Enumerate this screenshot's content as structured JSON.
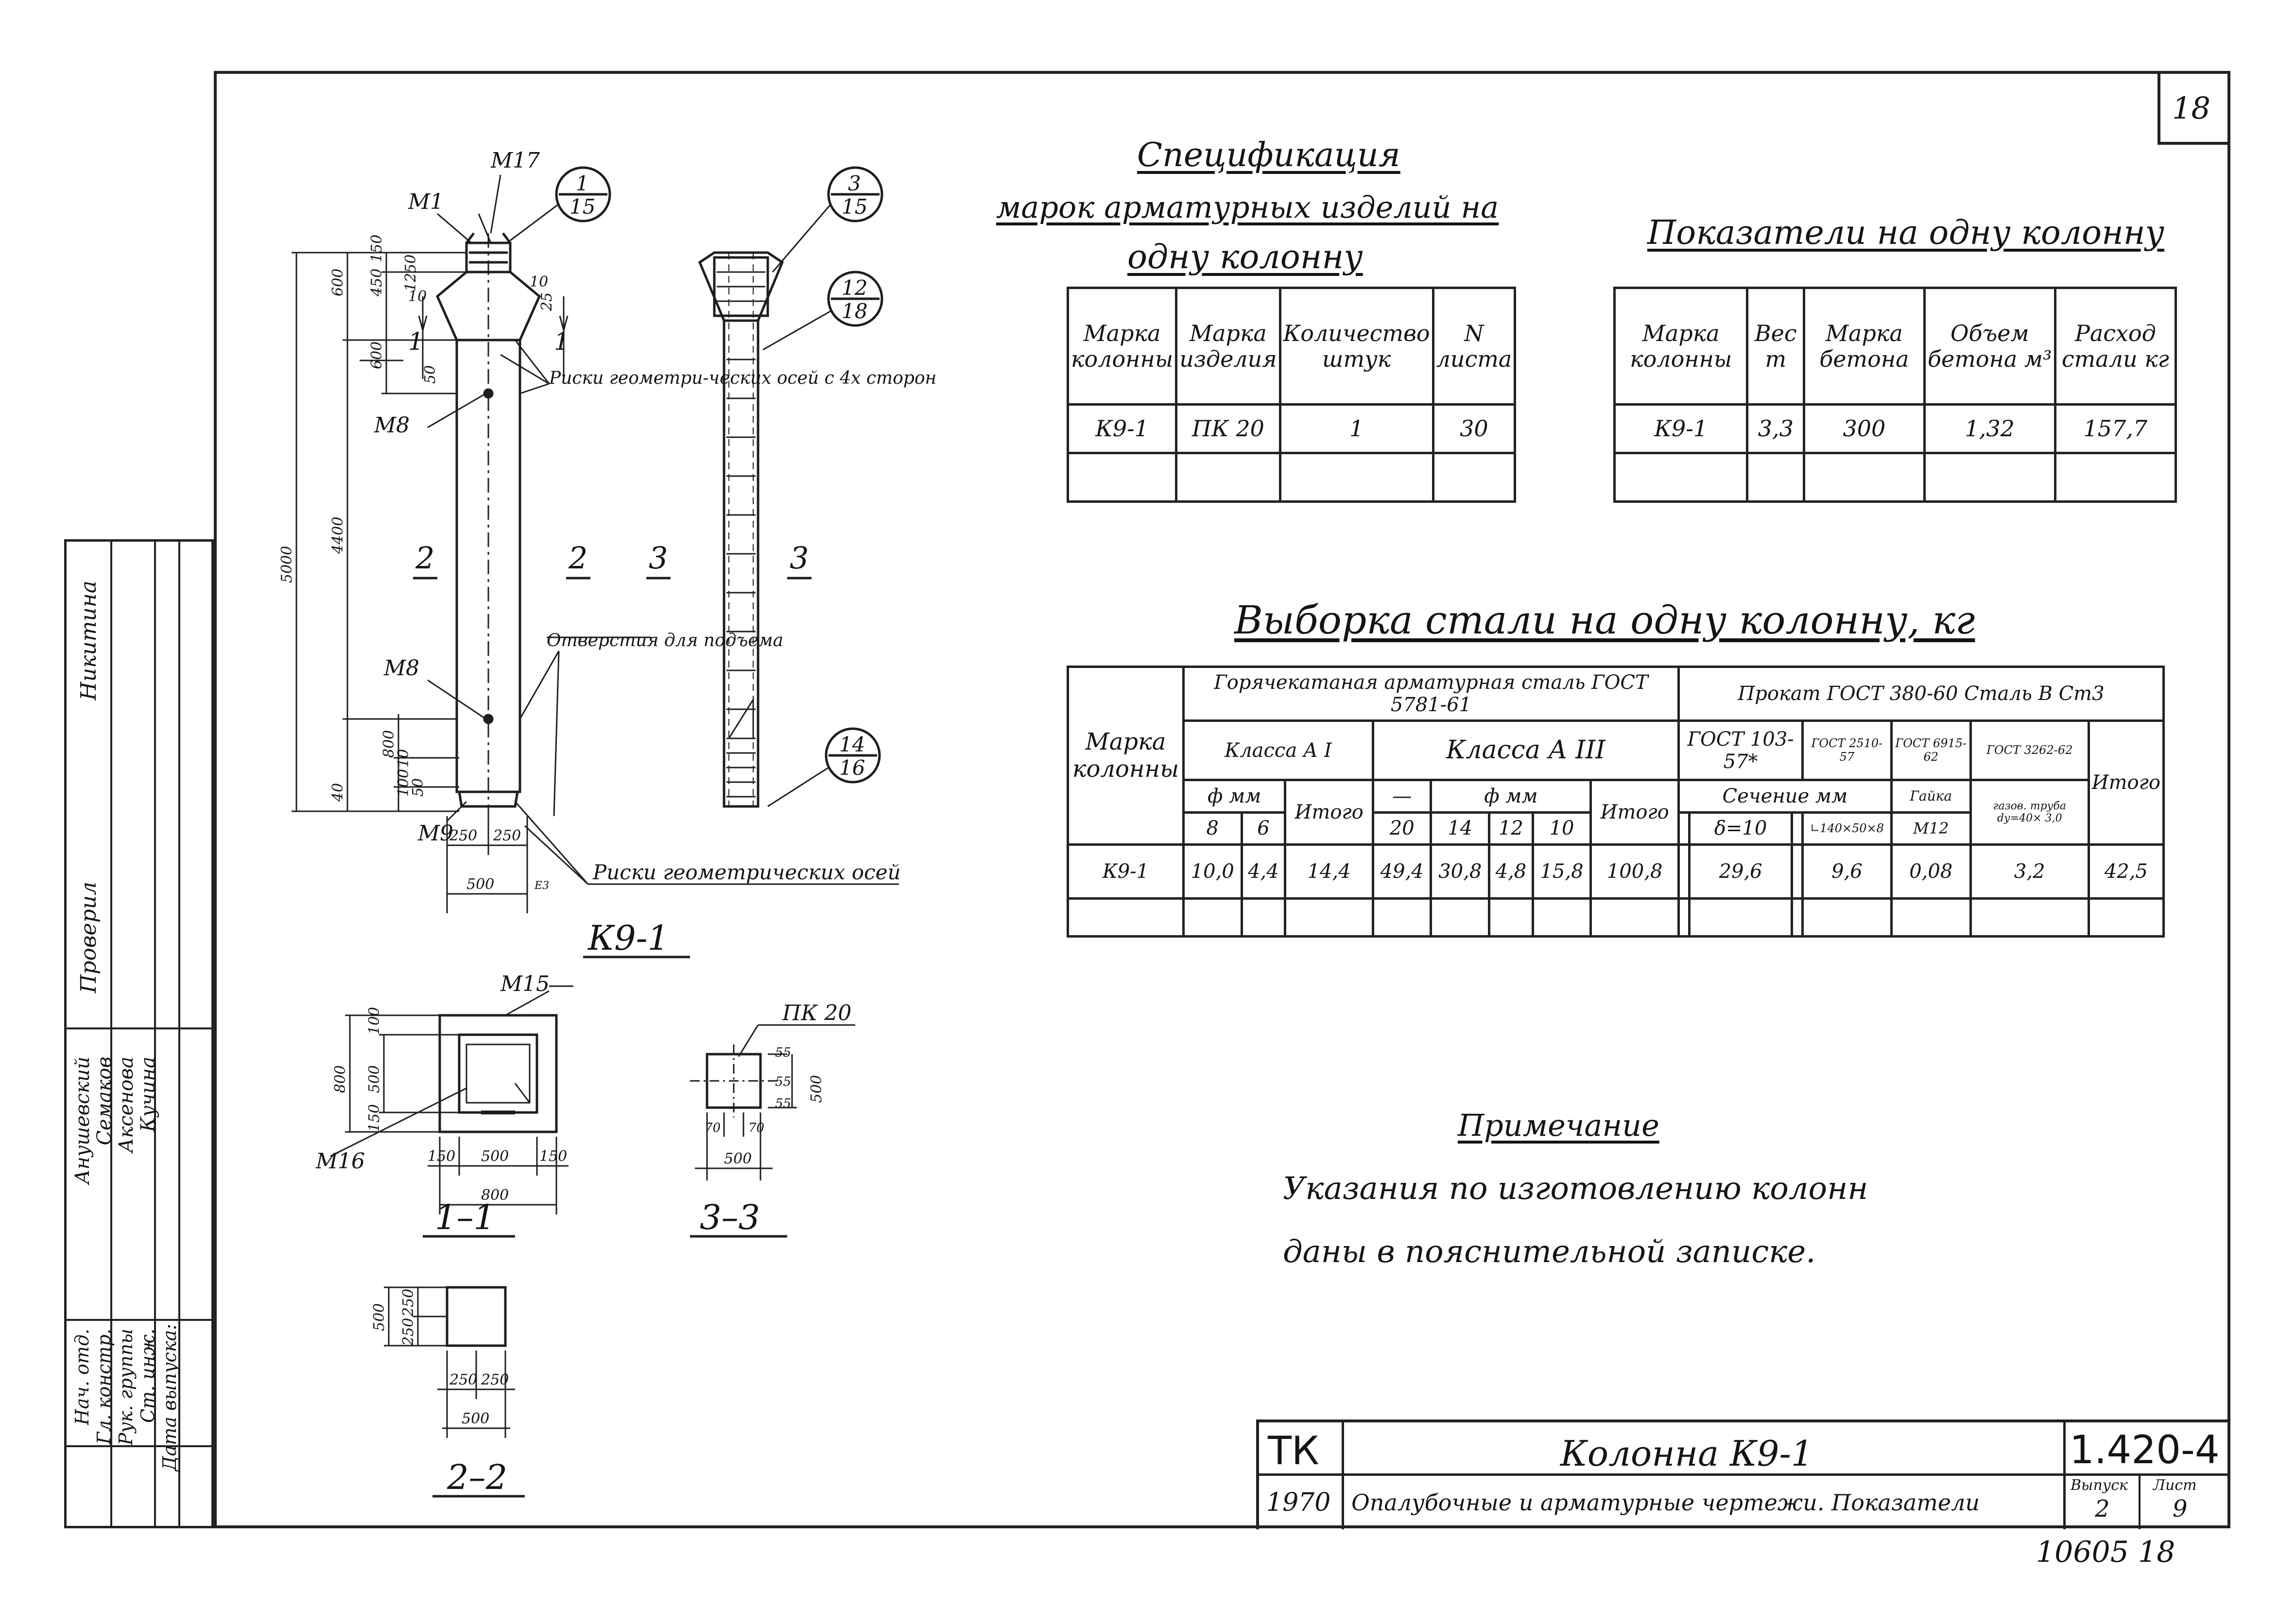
{
  "page_number": "18",
  "drawing": {
    "column_mark": "К9-1",
    "leader_labels": {
      "m17": "М17",
      "m1": "М1",
      "m8_top": "М8",
      "m8_bot": "М8",
      "m9": "М9",
      "m15": "М15",
      "m16": "М16",
      "pk20": "ПК 20",
      "axes_marks": "Риски геометри-ческих осей с 4х сторон",
      "holes": "Отверстия для подъема",
      "geom_axes": "Риски геометрических осей"
    },
    "callouts": [
      {
        "top": "1",
        "bottom": "15"
      },
      {
        "top": "3",
        "bottom": "15"
      },
      {
        "top": "12",
        "bottom": "18"
      },
      {
        "top": "14",
        "bottom": "16"
      }
    ],
    "dims": {
      "d5000": "5000",
      "d4400": "4400",
      "d600a": "600",
      "d600b": "600",
      "d450": "450",
      "d150": "150",
      "d1250": "1250",
      "d10a": "10",
      "d10b": "10",
      "d25": "25",
      "d50a": "50",
      "d800": "800",
      "d10c": "10",
      "d100": "100",
      "d50b": "50",
      "d40": "40",
      "d250a": "250",
      "d250b": "250",
      "d500": "500",
      "s11_800": "800",
      "s11_500": "500",
      "s11_150": "150",
      "s11_100": "100",
      "s11_150b": "150",
      "s11_500b": "500",
      "s11_150c": "150",
      "s11_800b": "800",
      "s33_55a": "55",
      "s33_55b": "55",
      "s33_55c": "55",
      "s33_500": "500",
      "s33_70a": "70",
      "s33_70b": "70",
      "s33_500b": "500",
      "s22_500": "500",
      "s22_250": "250",
      "s22_250b": "250",
      "s22_250c": "250",
      "s22_250d": "250",
      "s22_500b": "500",
      "flag": "Е3"
    },
    "section_labels": {
      "s2a": "2",
      "s2b": "2",
      "s3a": "3",
      "s3b": "3",
      "s11top": "1",
      "s11topb": "1",
      "sec11": "1–1",
      "sec22": "2–2",
      "sec33": "3–3"
    }
  },
  "spec": {
    "title_line1": "Спецификация",
    "title_line2": "марок арматурных изделий на",
    "title_line3": "одну колонну",
    "headers": [
      "Марка колонны",
      "Марка изделия",
      "Количество штук",
      "N листа"
    ],
    "row": [
      "К9-1",
      "ПК 20",
      "1",
      "30"
    ]
  },
  "indicators": {
    "title": "Показатели на одну колонну",
    "headers": [
      "Марка колонны",
      "Вес т",
      "Марка бетона",
      "Объем бетона м³",
      "Расход стали кг"
    ],
    "row": [
      "К9-1",
      "3,3",
      "300",
      "1,32",
      "157,7"
    ]
  },
  "steel": {
    "title": "Выборка стали на одну колонну, кг",
    "col_mark": "Марка колонны",
    "hot_rolled": "Горячекатаная арматурная сталь ГОСТ 5781-61",
    "rolled": "Прокат ГОСТ 380-60 Сталь В Ст3",
    "class1": "Класса А I",
    "class3": "Класса А III",
    "phi_mm": "ф мм",
    "phi_mm2": "ф мм",
    "itogo1": "Итого",
    "itogo2": "Итого",
    "itogo3": "Итого",
    "gost103": "ГОСТ 103-57*",
    "gost2510": "ГОСТ 2510-57",
    "gost6915": "ГОСТ 6915-62",
    "gost3262": "ГОСТ 3262-62",
    "section_mm": "Сечение мм",
    "delta": "δ=10",
    "angle": "∟140×50×8",
    "nut": "Гайка",
    "m12": "М12",
    "pipe": "газов. труба dу=40× 3,0",
    "dash": "—",
    "d8": "8",
    "d6": "6",
    "d20": "20",
    "d14": "14",
    "d12": "12",
    "d10": "10",
    "row": [
      "К9-1",
      "10,0",
      "4,4",
      "14,4",
      "49,4",
      "30,8",
      "4,8",
      "15,8",
      "100,8",
      "",
      "29,6",
      "",
      "9,6",
      "0,08",
      "3,2",
      "42,5"
    ]
  },
  "note": {
    "title": "Примечание",
    "line1": "Указания по изготовлению колонн",
    "line2": "даны в пояснительной записке."
  },
  "stamp": {
    "org": "ТК",
    "year": "1970",
    "title": "Колонна К9-1",
    "subtitle": "Опалубочные и арматурные чертежи. Показатели",
    "series": "1.420-4",
    "vypusk_label": "Выпуск",
    "vypusk": "2",
    "list_label": "Лист",
    "list": "9",
    "code": "10605 18"
  },
  "sidebar": {
    "roles": [
      "Нач. отд.",
      "Гл. констр.",
      "Рук. группы",
      "Ст. инж."
    ],
    "names": [
      "Анушевский",
      "Семаков",
      "Аксенова",
      "Кучина"
    ],
    "checked_label": "Проверил",
    "checker": "Никитина",
    "date_label": "Дата выпуска:"
  }
}
